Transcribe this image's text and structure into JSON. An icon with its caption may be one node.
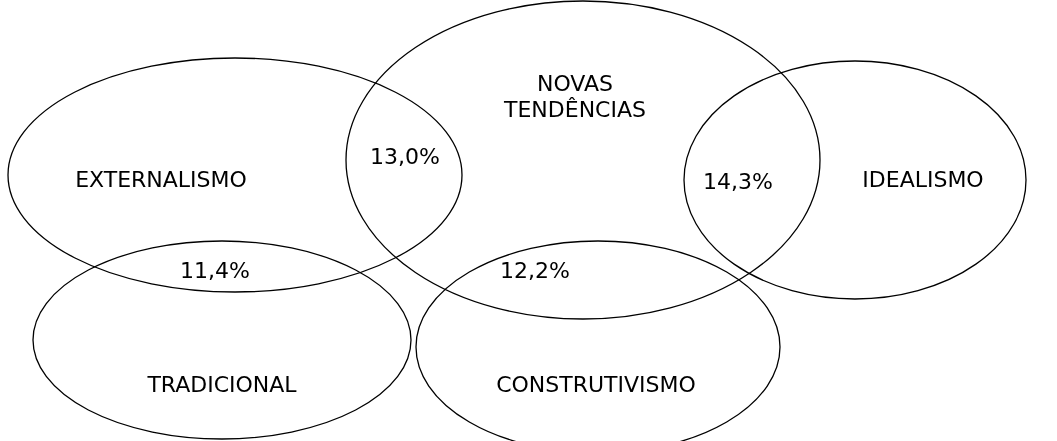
{
  "diagram": {
    "nodes": [
      {
        "text": [
          "NOVAS TENDÊNCIAS"
        ]
      },
      {
        "text": [
          "EXTERNALISMO"
        ]
      },
      {
        "text": [
          "IDEALISMO"
        ]
      },
      {
        "text": [
          "TRADICIONAL"
        ]
      },
      {
        "text": [
          "CONSTRUTIVISMO"
        ]
      }
    ],
    "edges": [],
    "labels": [
      "13,0%",
      "14,3%",
      "11,4%",
      "12,2%"
    ]
  }
}
